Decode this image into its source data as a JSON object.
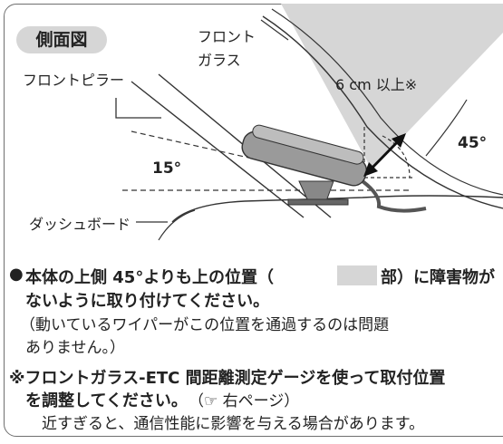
{
  "side_view_badge": "側面図",
  "labels": {
    "front_glass_line1": "フロント",
    "front_glass_line2": "ガラス",
    "front_pillar": "フロントピラー",
    "dashboard": "ダッシュボード",
    "clearance": "6 cm 以上※",
    "angle_45": "45°",
    "angle_15": "15°"
  },
  "notes": {
    "bullet": "●",
    "line1a": "本体の上側 45°よりも上の位置（",
    "line1b": "部）に障害物が",
    "line2": "ないように取り付けてください。",
    "line3": "（動いているワイパーがこの位置を通過するのは問題",
    "line4": "ありません。）",
    "asterisk_line1": "※フロントガラス-ETC 間距離測定ゲージを使って取付位置",
    "asterisk_line2a": "を調整してください。",
    "asterisk_line2b": "（☞ 右ページ）",
    "asterisk_line3": "近すぎると、通信性能に影響を与える場合があります。"
  },
  "colors": {
    "shade": "#d6d6d6",
    "line": "#333333",
    "device": "#9a9a9a"
  }
}
